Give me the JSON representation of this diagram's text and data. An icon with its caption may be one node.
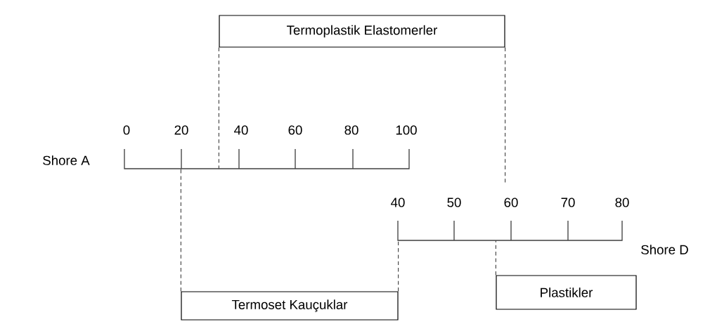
{
  "diagram": {
    "nodes": [
      {
        "text": [
          "Termoplastik Elastomerler"
        ]
      },
      {
        "text": [],
        "shape": "bar",
        "beside": [
          "Shore A"
        ]
      },
      {
        "text": [],
        "shape": "bar",
        "beside": [
          "Shore D"
        ]
      },
      {
        "text": [
          "Termoset Kauçuklar"
        ]
      },
      {
        "text": [
          "Plastikler"
        ]
      }
    ],
    "edges": [
      {
        "from": 0,
        "to": 1,
        "arrow": "none",
        "style": "dashed"
      },
      {
        "from": 0,
        "to": 2,
        "arrow": "none",
        "style": "dashed"
      },
      {
        "from": 3,
        "to": 1,
        "arrow": "none",
        "style": "dashed"
      },
      {
        "from": 3,
        "to": 2,
        "arrow": "none",
        "style": "dashed"
      },
      {
        "from": 4,
        "to": 2,
        "arrow": "none",
        "style": "dashed"
      }
    ],
    "labels": [
      "0",
      "20",
      "40",
      "60",
      "80",
      "100",
      "40",
      "50",
      "60",
      "70",
      "80"
    ]
  }
}
